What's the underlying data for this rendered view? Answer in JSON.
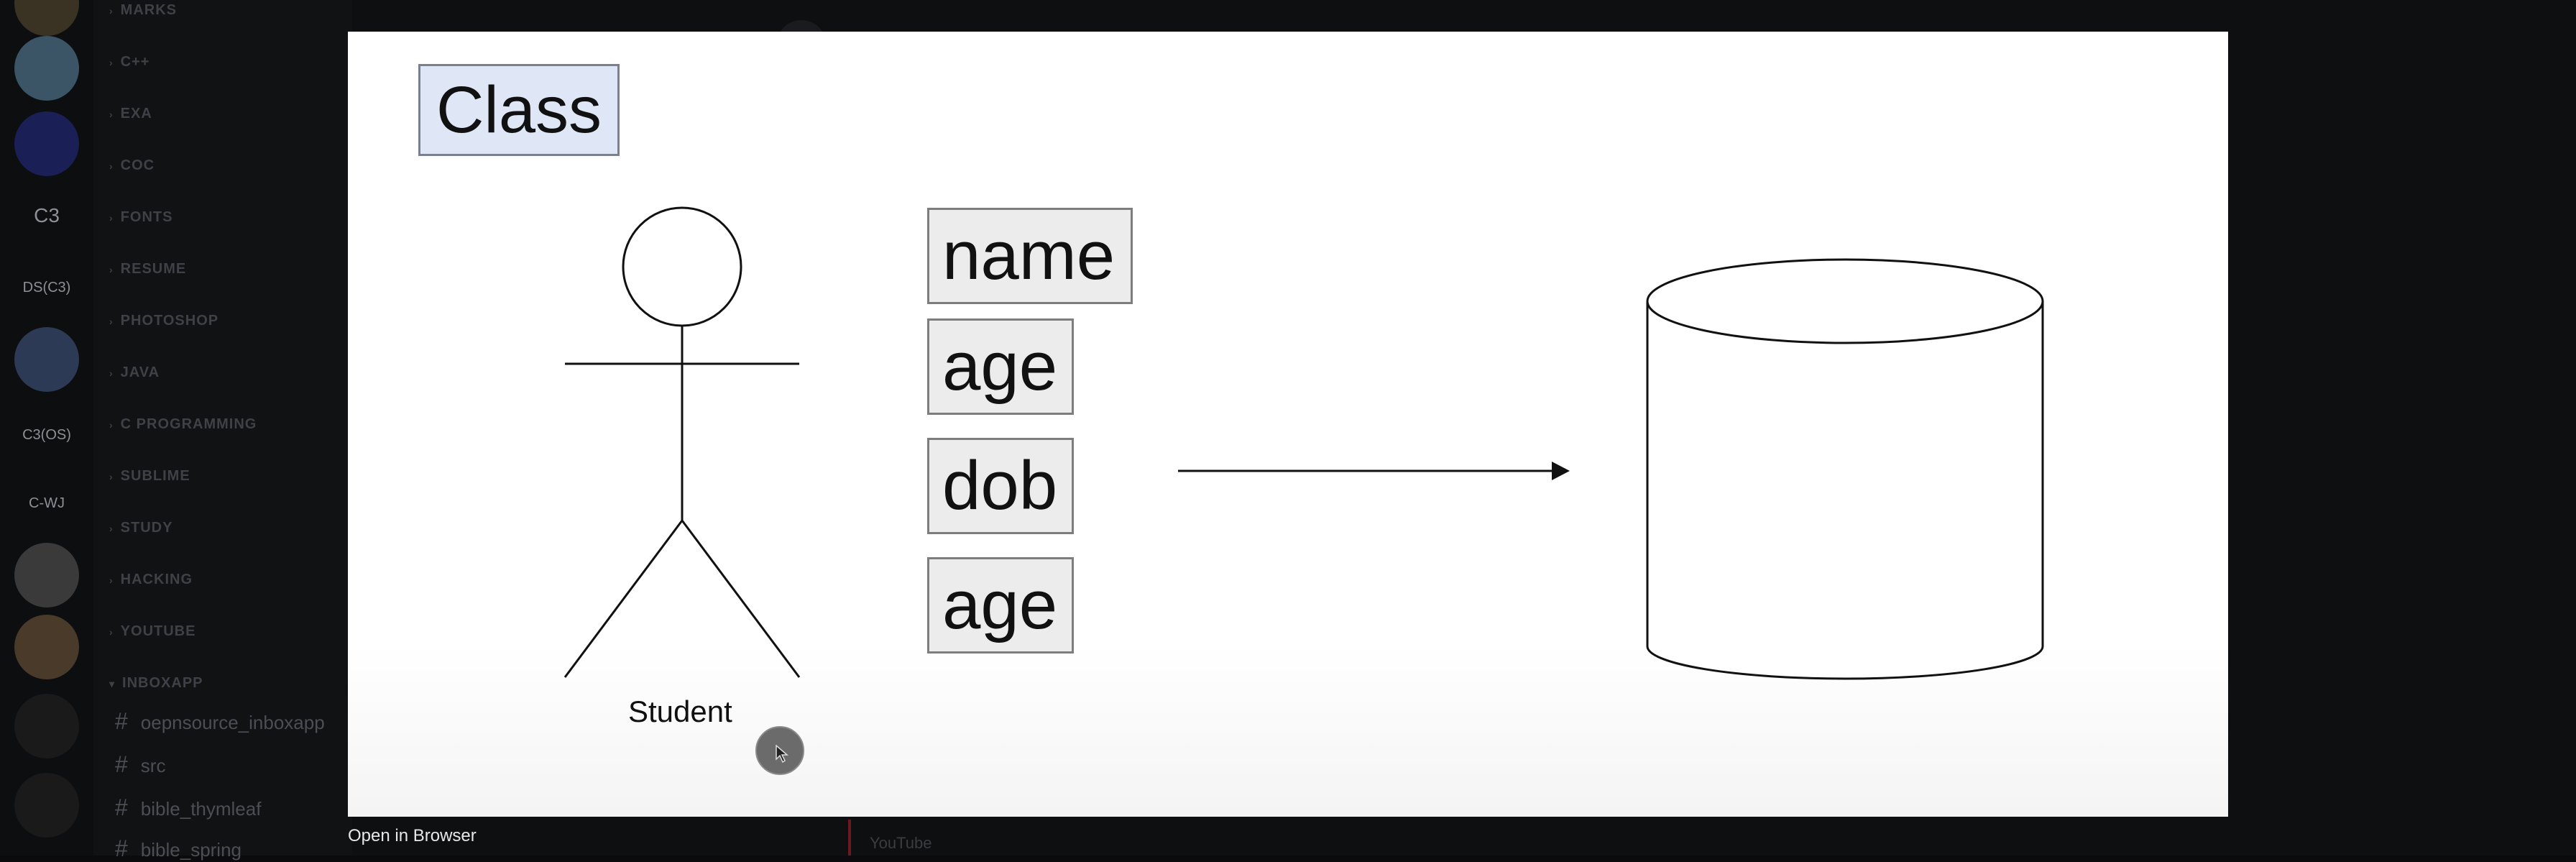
{
  "sidebar": {
    "servers": [
      {
        "label": "",
        "icon": "server-avatar-icon"
      },
      {
        "label": "",
        "icon": "server-avatar-icon"
      },
      {
        "label": "",
        "icon": "folder-icon"
      },
      {
        "label": "C3"
      },
      {
        "label": "DS(C3)"
      },
      {
        "label": "",
        "icon": "server-avatar-icon"
      },
      {
        "label": "C3(OS)"
      },
      {
        "label": "C-WJ"
      },
      {
        "label": "",
        "icon": "server-avatar-icon"
      },
      {
        "label": "",
        "icon": "server-avatar-icon"
      },
      {
        "label": "",
        "icon": "server-avatar-icon"
      },
      {
        "label": "",
        "icon": "server-avatar-icon"
      }
    ]
  },
  "channels": {
    "categories": [
      "MARKS",
      "C++",
      "EXA",
      "COC",
      "FONTS",
      "RESUME",
      "PHOTOSHOP",
      "JAVA",
      "C PROGRAMMING",
      "SUBLIME",
      "STUDY",
      "HACKING",
      "YOUTUBE",
      "INBOXAPP"
    ],
    "items": [
      "oepnsource_inboxapp",
      "src",
      "bible_thymleaf",
      "bible_spring"
    ]
  },
  "chat": {
    "channel_tag": "YouTube"
  },
  "viewer": {
    "open_in_browser": "Open in Browser",
    "diagram": {
      "class_label": "Class",
      "fields": [
        "name",
        "age",
        "dob",
        "age"
      ],
      "actor_label": "Student"
    }
  }
}
